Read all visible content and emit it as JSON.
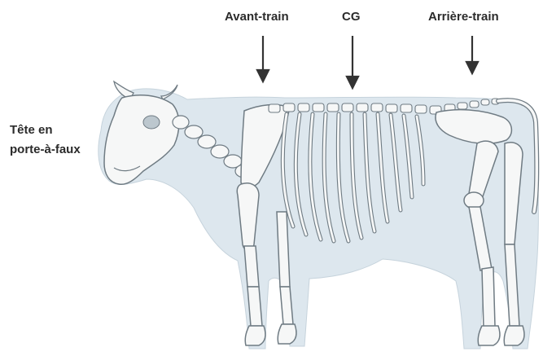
{
  "labels": {
    "forequarters": "Avant-train",
    "center_of_gravity": "CG",
    "hindquarters": "Arrière-train",
    "head_line1": "Tête en",
    "head_line2": "porte-à-faux"
  },
  "colors": {
    "body_silhouette": "#dde7ee",
    "bone_fill": "#f6f7f7",
    "bone_stroke": "#6f7b83",
    "arrow": "#333333",
    "text": "#2b2b2b"
  },
  "icons": {
    "arrow": "arrow-down-icon"
  }
}
